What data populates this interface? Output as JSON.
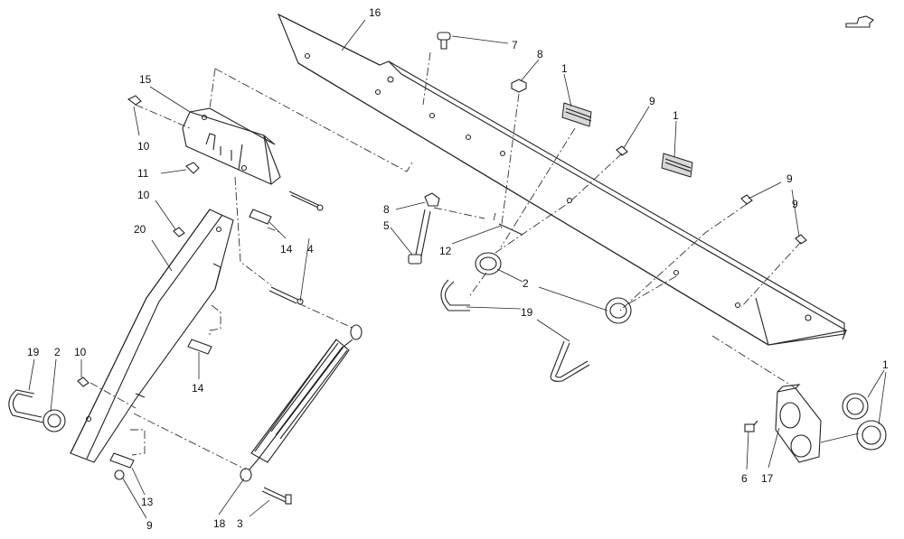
{
  "callouts": [
    {
      "id": "c16",
      "label": "16"
    },
    {
      "id": "c7",
      "label": "7"
    },
    {
      "id": "c8a",
      "label": "8"
    },
    {
      "id": "c1a",
      "label": "1"
    },
    {
      "id": "c9a",
      "label": "9"
    },
    {
      "id": "c1b",
      "label": "1"
    },
    {
      "id": "c15",
      "label": "15"
    },
    {
      "id": "c10a",
      "label": "10"
    },
    {
      "id": "c11",
      "label": "11"
    },
    {
      "id": "c10b",
      "label": "10"
    },
    {
      "id": "c20",
      "label": "20"
    },
    {
      "id": "c14a",
      "label": "14"
    },
    {
      "id": "c4",
      "label": "4"
    },
    {
      "id": "c8b",
      "label": "8"
    },
    {
      "id": "c5",
      "label": "5"
    },
    {
      "id": "c12",
      "label": "12"
    },
    {
      "id": "c2a",
      "label": "2"
    },
    {
      "id": "c19a",
      "label": "19"
    },
    {
      "id": "c9b",
      "label": "9"
    },
    {
      "id": "c9c",
      "label": "9"
    },
    {
      "id": "c19b",
      "label": "19"
    },
    {
      "id": "c2b",
      "label": "2"
    },
    {
      "id": "c10c",
      "label": "10"
    },
    {
      "id": "c14b",
      "label": "14"
    },
    {
      "id": "c13",
      "label": "13"
    },
    {
      "id": "c9d",
      "label": "9"
    },
    {
      "id": "c18",
      "label": "18"
    },
    {
      "id": "c3",
      "label": "3"
    },
    {
      "id": "c1c",
      "label": "1"
    },
    {
      "id": "c6",
      "label": "6"
    },
    {
      "id": "c17",
      "label": "17"
    }
  ],
  "icons": {
    "corner": "hand-pointing-icon"
  }
}
